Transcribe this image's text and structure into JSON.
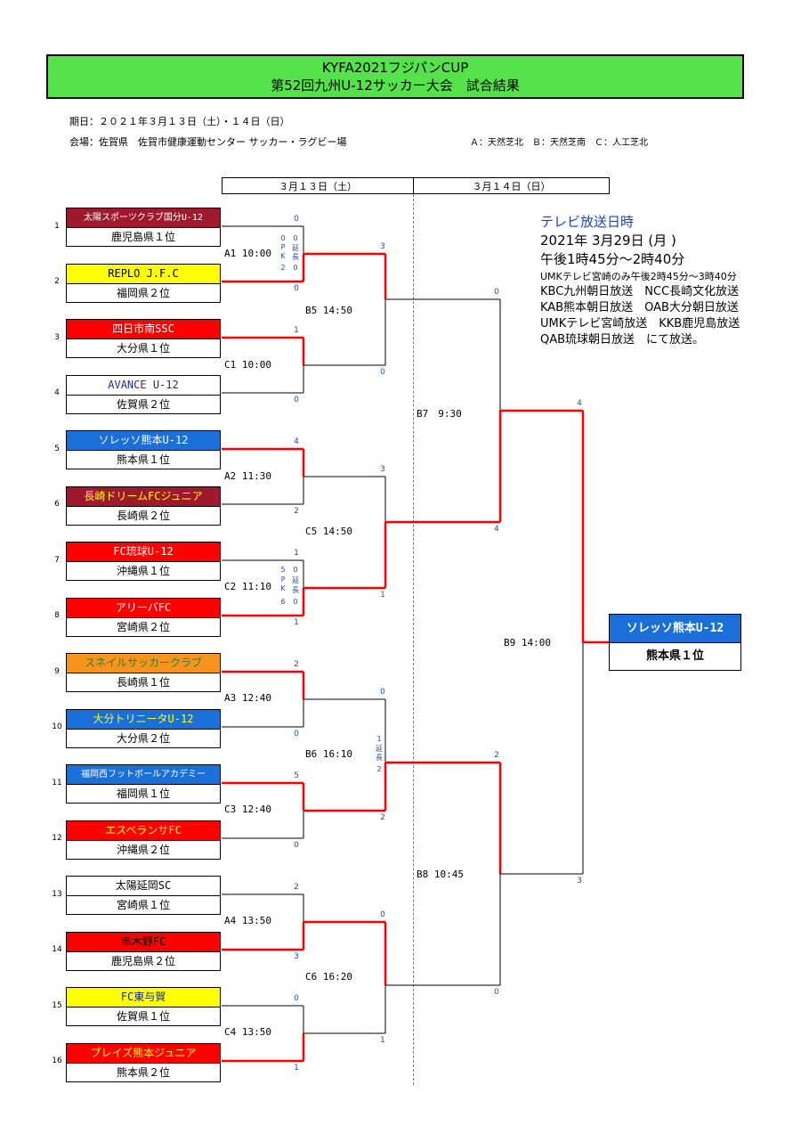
{
  "title": {
    "line1": "KYFA2021フジパンCUP",
    "line2": "第52回九州U-12サッカー大会　試合結果"
  },
  "info": {
    "date": "期日：２０２１年３月１３日（土）・１４日（日）",
    "venue": "会場：佐賀県　佐賀市健康運動センター サッカー・ラグビー場",
    "fields": "Ａ：天然芝北　Ｂ：天然芝南　Ｃ：人工芝北"
  },
  "headers": {
    "day1": "３月１３日（土）",
    "day2": "３月１４日（日）"
  },
  "teams": [
    {
      "seed": "1",
      "name": "太陽スポーツクラブ国分U-12",
      "pref": "鹿児島県１位",
      "bg": "#a0182c",
      "fg": "#ffffff"
    },
    {
      "seed": "2",
      "name": "REPLO J.F.C",
      "pref": "福岡県２位",
      "bg": "#ffff00",
      "fg": "#000000"
    },
    {
      "seed": "3",
      "name": "四日市南SSC",
      "pref": "大分県１位",
      "bg": "#ff0000",
      "fg": "#ffffff"
    },
    {
      "seed": "4",
      "name": "AVANCE U-12",
      "pref": "佐賀県２位",
      "bg": "#ffffff",
      "fg": "#1a2a8f"
    },
    {
      "seed": "5",
      "name": "ソレッソ熊本U-12",
      "pref": "熊本県１位",
      "bg": "#1b6fd8",
      "fg": "#ffffff"
    },
    {
      "seed": "6",
      "name": "長崎ドリームFCジュニア",
      "pref": "長崎県２位",
      "bg": "#a0182c",
      "fg": "#ffff00"
    },
    {
      "seed": "7",
      "name": "FC琉球U-12",
      "pref": "沖縄県１位",
      "bg": "#ff0000",
      "fg": "#ffffff"
    },
    {
      "seed": "8",
      "name": "アリーバFC",
      "pref": "宮崎県２位",
      "bg": "#ff0000",
      "fg": "#ffffff"
    },
    {
      "seed": "9",
      "name": "スネイルサッカークラブ",
      "pref": "長崎県１位",
      "bg": "#f7941d",
      "fg": "#2e7d32"
    },
    {
      "seed": "10",
      "name": "大分トリニータU-12",
      "pref": "大分県２位",
      "bg": "#1b6fd8",
      "fg": "#ffff00"
    },
    {
      "seed": "11",
      "name": "福岡西フットボールアカデミー",
      "pref": "福岡県１位",
      "bg": "#1b6fd8",
      "fg": "#ffffff"
    },
    {
      "seed": "12",
      "name": "エスペランサFC",
      "pref": "沖縄県２位",
      "bg": "#ff0000",
      "fg": "#ffff00"
    },
    {
      "seed": "13",
      "name": "太陽延岡SC",
      "pref": "宮崎県１位",
      "bg": "#ffffff",
      "fg": "#000000"
    },
    {
      "seed": "14",
      "name": "串木野FC",
      "pref": "鹿児島県２位",
      "bg": "#ff0000",
      "fg": "#000000"
    },
    {
      "seed": "15",
      "name": "FC東与賀",
      "pref": "佐賀県１位",
      "bg": "#ffff00",
      "fg": "#1a2a8f"
    },
    {
      "seed": "16",
      "name": "ブレイズ熊本ジュニア",
      "pref": "熊本県２位",
      "bg": "#ff0000",
      "fg": "#ffff00"
    }
  ],
  "matches": [
    {
      "label": "A1 10:00"
    },
    {
      "label": "C1 10:00"
    },
    {
      "label": "A2 11:30"
    },
    {
      "label": "C2 11:10"
    },
    {
      "label": "A3 12:40"
    },
    {
      "label": "C3 12:40"
    },
    {
      "label": "A4 13:50"
    },
    {
      "label": "C4 13:50"
    },
    {
      "label": "B5 14:50"
    },
    {
      "label": "C5 14:50"
    },
    {
      "label": "B6 16:10"
    },
    {
      "label": "C6 16:20"
    },
    {
      "label": "B7　9:30"
    },
    {
      "label": "B8 10:45"
    },
    {
      "label": "B9 14:00"
    }
  ],
  "scores": {
    "r1": [
      "0",
      "0",
      "1",
      "0",
      "4",
      "2",
      "1",
      "1",
      "2",
      "0",
      "5",
      "0",
      "2",
      "3",
      "0",
      "1"
    ],
    "r2": [
      "3",
      "0",
      "3",
      "1",
      "0",
      "2",
      "0",
      "1"
    ],
    "r3": [
      "0",
      "4",
      "2",
      "0"
    ],
    "r4": [
      "4",
      "3"
    ]
  },
  "extra": {
    "a1_pk_left": "0",
    "a1_pk_right": "2",
    "a1_et_top": "0",
    "a1_et_bottom": "0",
    "c2_pk_left": "5",
    "c2_pk_right": "6",
    "c2_et_top": "0",
    "c2_et_bottom": "0",
    "b6_et_top": "1",
    "b6_et_bottom": "2",
    "pk": "P",
    "pk2": "K",
    "en": "延",
    "cho": "長"
  },
  "tv": {
    "heading": "テレビ放送日時",
    "date": "2021年 3月29日 (月 )",
    "time": "午後1時45分〜2時40分",
    "note": "UMKテレビ宮崎のみ午後2時45分〜3時40分",
    "lines": [
      "KBC九州朝日放送　NCC長崎文化放送",
      "KAB熊本朝日放送　OAB大分朝日放送",
      "UMKテレビ宮崎放送　KKB鹿児島放送",
      "QAB琉球朝日放送　にて放送。"
    ]
  },
  "winner": {
    "name": "ソレッソ熊本U-12",
    "pref": "熊本県１位"
  },
  "colors": {
    "bracket": "#ff0000",
    "line": "#000000",
    "score": "#1f4fa8"
  }
}
